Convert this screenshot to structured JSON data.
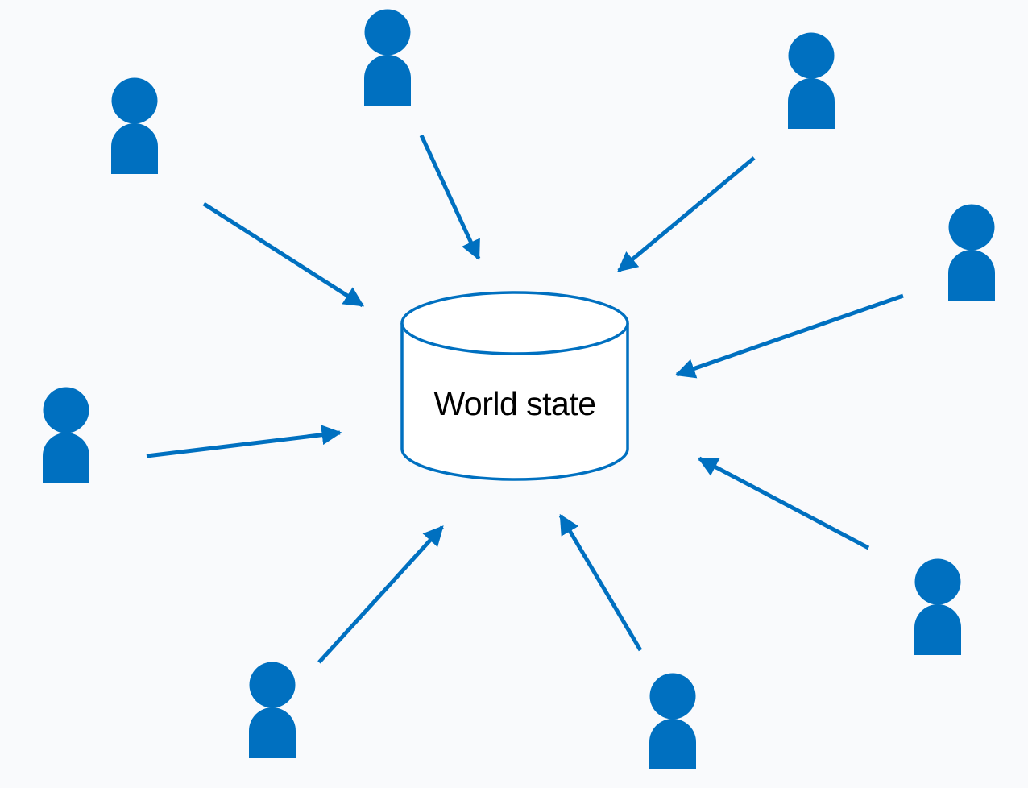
{
  "diagram": {
    "type": "hub-and-spoke",
    "accent_color": "#0070c0",
    "background_color": "#f9fafc",
    "hub": {
      "shape": "cylinder",
      "label": "World state"
    },
    "actors": [
      {
        "id": "user-1",
        "icon": "person-icon",
        "position": "top-left"
      },
      {
        "id": "user-2",
        "icon": "person-icon",
        "position": "top"
      },
      {
        "id": "user-3",
        "icon": "person-icon",
        "position": "top-right"
      },
      {
        "id": "user-4",
        "icon": "person-icon",
        "position": "right"
      },
      {
        "id": "user-5",
        "icon": "person-icon",
        "position": "left"
      },
      {
        "id": "user-6",
        "icon": "person-icon",
        "position": "bottom-right"
      },
      {
        "id": "user-7",
        "icon": "person-icon",
        "position": "bottom-left"
      },
      {
        "id": "user-8",
        "icon": "person-icon",
        "position": "bottom"
      }
    ],
    "edges": [
      {
        "from": "user-1",
        "to": "hub",
        "icon": "arrow-icon"
      },
      {
        "from": "user-2",
        "to": "hub",
        "icon": "arrow-icon"
      },
      {
        "from": "user-3",
        "to": "hub",
        "icon": "arrow-icon"
      },
      {
        "from": "user-4",
        "to": "hub",
        "icon": "arrow-icon"
      },
      {
        "from": "user-5",
        "to": "hub",
        "icon": "arrow-icon"
      },
      {
        "from": "user-6",
        "to": "hub",
        "icon": "arrow-icon"
      },
      {
        "from": "user-7",
        "to": "hub",
        "icon": "arrow-icon"
      },
      {
        "from": "user-8",
        "to": "hub",
        "icon": "arrow-icon"
      }
    ]
  }
}
